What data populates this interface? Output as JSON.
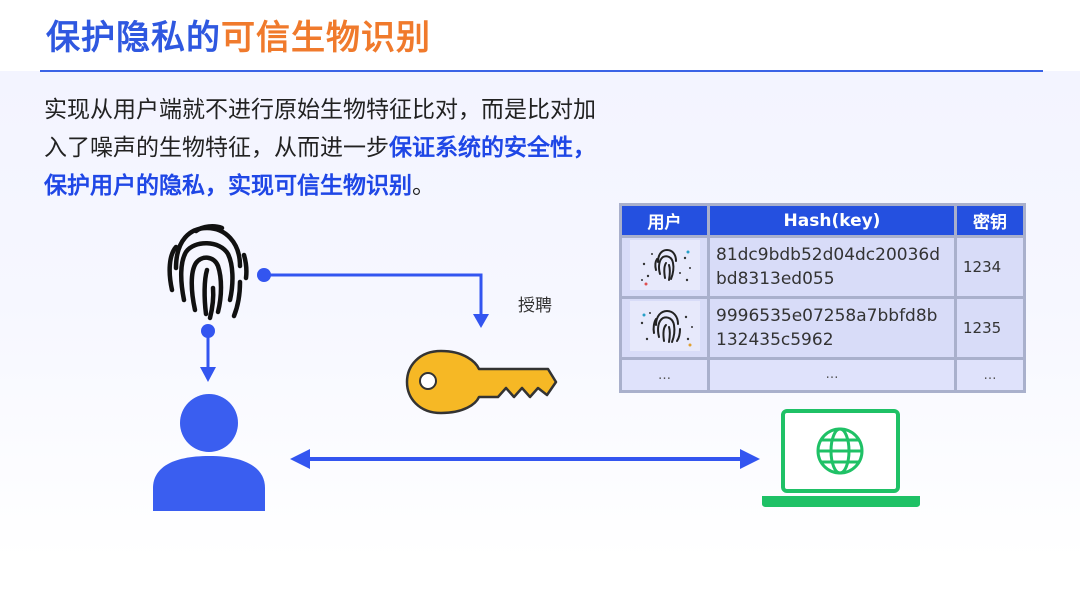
{
  "header": {
    "title_part1": "保护隐私的",
    "title_part2": "可信生物识别"
  },
  "intro": {
    "text1": "实现从用户端就不进行原始生物特征比对，而是比对加入了噪声的生物特征，从而进一步",
    "highlight": "保证系统的安全性，保护用户的隐私，实现可信生物识别",
    "text2": "。"
  },
  "diagram": {
    "auth_label": "授聘",
    "colors": {
      "arrow": "#3355f0",
      "key": "#f6b825",
      "user": "#3a5ef0",
      "laptop": "#1fc166",
      "fingerprint": "#111111"
    },
    "icons": [
      "fingerprint-icon",
      "key-icon",
      "user-icon",
      "laptop-icon",
      "globe-icon"
    ]
  },
  "table": {
    "headers": [
      "用户",
      "Hash(key)",
      "密钥"
    ],
    "rows": [
      {
        "hash": "81dc9bdb52d04dc20036dbd8313ed055",
        "key": "1234"
      },
      {
        "hash": "9996535e07258a7bbfd8b132435c5962",
        "key": "1235"
      }
    ],
    "ellipsis": "…"
  }
}
